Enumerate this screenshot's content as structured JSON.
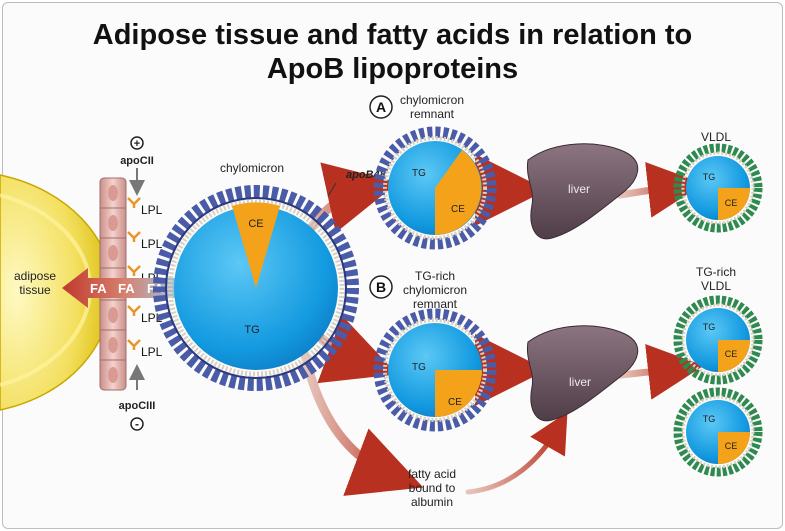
{
  "title": {
    "line1": "Adipose tissue and fatty acids in relation to",
    "line2": "ApoB lipoproteins"
  },
  "left": {
    "adipose_line1": "adipose",
    "adipose_line2": "tissue",
    "fa": [
      "FA",
      "FA",
      "FA"
    ],
    "lpl": [
      "LPL",
      "LPL",
      "LPL",
      "LPL",
      "LPL"
    ],
    "apocii": "apoCII",
    "apociii": "apoCIII",
    "plus_sign": "+",
    "minus_sign": "-"
  },
  "chylomicron": {
    "label": "chylomicron",
    "apob": "apoB48",
    "ce": "CE",
    "tg": "TG"
  },
  "path_a": {
    "badge": "A",
    "label_line1": "chylomicron",
    "label_line2": "remnant",
    "tg": "TG",
    "ce": "CE",
    "liver": "liver",
    "vldl": "VLDL",
    "vldl_tg": "TG",
    "vldl_ce": "CE"
  },
  "path_b": {
    "badge": "B",
    "label_line1": "TG-rich",
    "label_line2": "chylomicron",
    "label_line3": "remnant",
    "tg": "TG",
    "ce": "CE",
    "liver": "liver",
    "vldl_line1": "TG-rich",
    "vldl_line2": "VLDL",
    "vldl1_tg": "TG",
    "vldl1_ce": "CE",
    "vldl2_tg": "TG",
    "vldl2_ce": "CE"
  },
  "albumin": {
    "line1": "fatty acid",
    "line2": "bound to",
    "line3": "albumin"
  },
  "colors": {
    "adipose": "#f1d400",
    "blue_core": "#1aa0e0",
    "ce_orange": "#f4a21a",
    "lipoprotein_ring": "#4a5ba8",
    "vldl_ring": "#2e8a4e",
    "liver": "#6a5560",
    "arrow_red": "#c0392b",
    "membrane_pink": "#e8b4b0",
    "lpl_orange": "#e8952a"
  }
}
